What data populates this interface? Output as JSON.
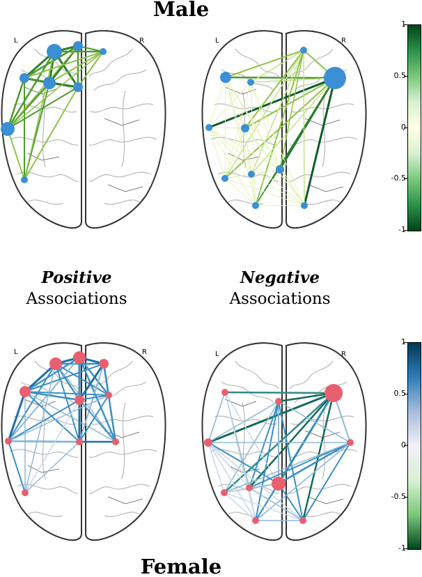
{
  "titles": {
    "top": "Male",
    "bottom": "Female"
  },
  "captions": {
    "positive": {
      "emph": "Positive",
      "rest": "Associations"
    },
    "negative": {
      "emph": "Negative",
      "rest": "Associations"
    }
  },
  "hemisphere_labels": {
    "left": "L",
    "right": "R"
  },
  "colorbar_ticks": [
    "1",
    "0.5",
    "0",
    "-0.5",
    "-1"
  ],
  "colors": {
    "male_node": "#3b8fd4",
    "female_node": "#e8606f",
    "male_colormap": [
      "#00441b",
      "#2a924a",
      "#7bc87c",
      "#d9f0d3",
      "#ffffe5"
    ],
    "female_colormap": [
      "#023858",
      "#2c7fb8",
      "#a6bddb",
      "#f4f0f8",
      "#d9f0d3",
      "#7bc87c",
      "#00441b"
    ],
    "brain_outline": "#333333"
  }
}
